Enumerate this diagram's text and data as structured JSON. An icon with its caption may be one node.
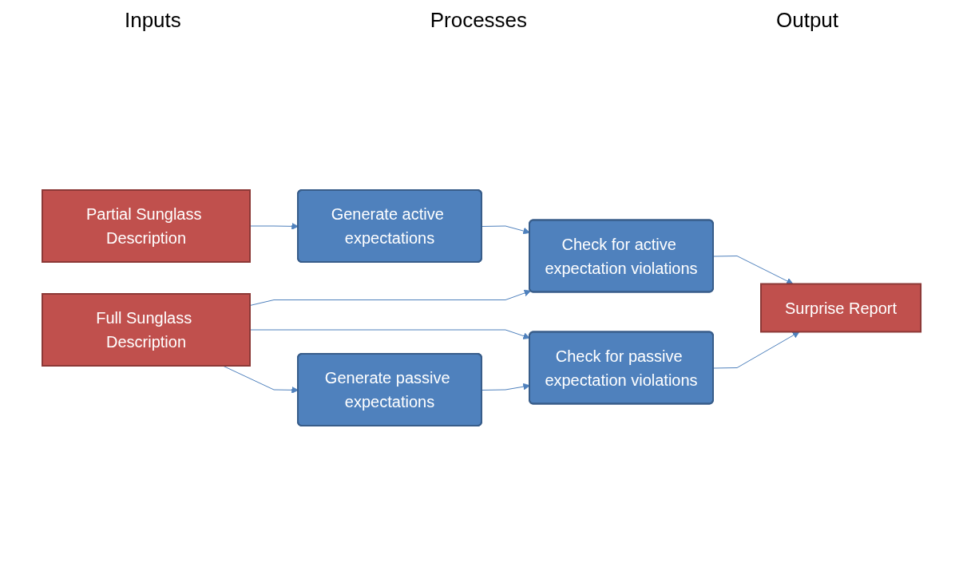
{
  "diagram": {
    "nodes": [
      {
        "text": [
          "Partial Sunglass Description"
        ]
      },
      {
        "text": [
          "Generate active expectations"
        ]
      },
      {
        "text": [
          "Check for active expectation violations"
        ]
      },
      {
        "text": [
          "Surprise Report"
        ]
      },
      {
        "text": [
          "Full Sunglass Description"
        ]
      },
      {
        "text": [
          "Check for passive expectation violations"
        ]
      },
      {
        "text": [
          "Generate passive expectations"
        ]
      }
    ],
    "edges": [
      {
        "from": 0,
        "to": 1,
        "arrow": "to"
      },
      {
        "from": 1,
        "to": 2,
        "arrow": "to"
      },
      {
        "from": 2,
        "to": 3,
        "arrow": "to"
      },
      {
        "from": 4,
        "to": 2,
        "arrow": "to"
      },
      {
        "from": 4,
        "to": 5,
        "arrow": "to"
      },
      {
        "from": 4,
        "to": 6,
        "arrow": "to"
      },
      {
        "from": 6,
        "to": 5,
        "arrow": "to"
      },
      {
        "from": 5,
        "to": 3,
        "arrow": "to"
      }
    ],
    "labels": [
      "Inputs",
      "Processes",
      "Output"
    ]
  }
}
